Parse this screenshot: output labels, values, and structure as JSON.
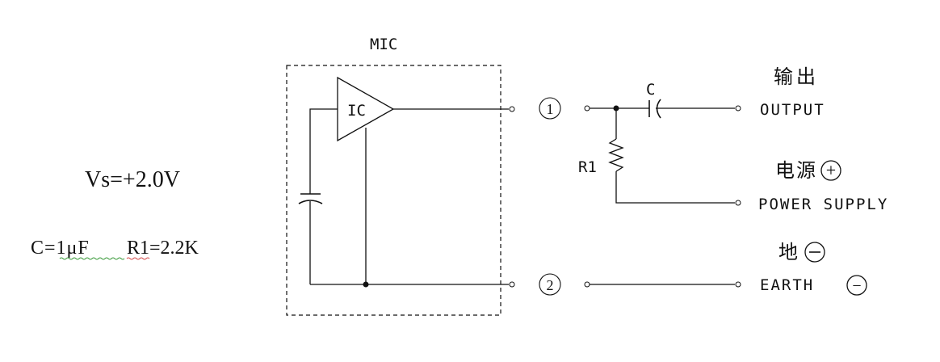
{
  "labels": {
    "mic": "MIC",
    "ic": "IC",
    "c": "C",
    "r1": "R1",
    "output_cn": "输出",
    "output": "OUTPUT",
    "power_cn": "电源",
    "power": "POWER SUPPLY",
    "earth_cn": "地",
    "earth": "EARTH",
    "pin1": "1",
    "pin2": "2",
    "plus": "+",
    "minus": "−"
  },
  "specs": {
    "vs": "Vs=+2.0V",
    "c_value": "C=1μF",
    "r1_value": "R1=2.2K"
  },
  "colors": {
    "line": "#111111",
    "squiggle": "#d44a4a",
    "squiggle_green": "#3a9a3a"
  }
}
